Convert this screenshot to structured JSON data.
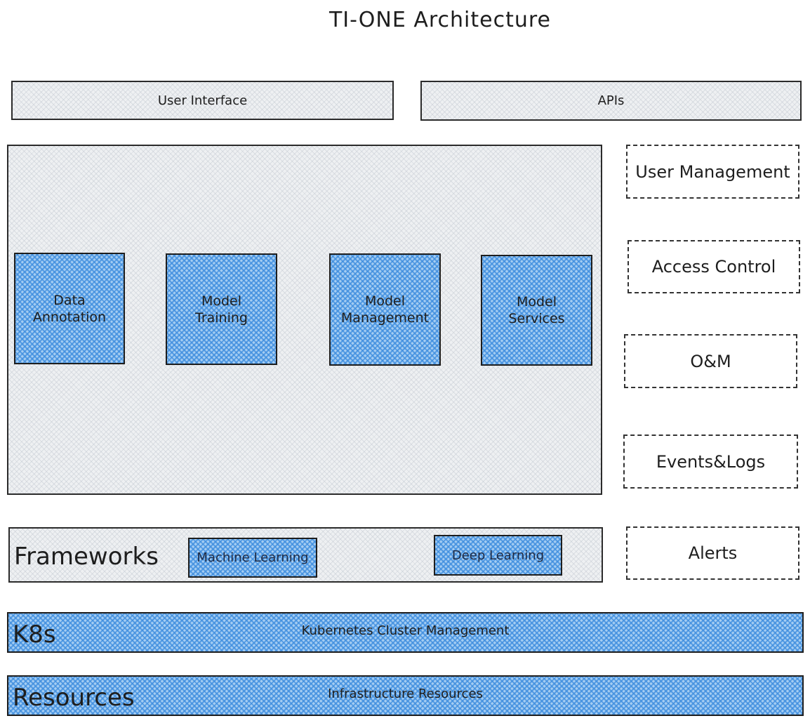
{
  "diagram": {
    "title": "TI-ONE Architecture",
    "top_layer": {
      "user_interface": "User Interface",
      "apis": "APIs"
    },
    "core_modules": [
      {
        "line1": "Data",
        "line2": "Annotation"
      },
      {
        "line1": "Model",
        "line2": "Training"
      },
      {
        "line1": "Model",
        "line2": "Management"
      },
      {
        "line1": "Model",
        "line2": "Services"
      }
    ],
    "side_services": [
      "User Management",
      "Access Control",
      "O&M",
      "Events&Logs",
      "Alerts"
    ],
    "frameworks": {
      "label": "Frameworks",
      "items": [
        "Machine Learning",
        "Deep Learning"
      ]
    },
    "k8s": {
      "label": "K8s",
      "description": "Kubernetes Cluster Management"
    },
    "resources": {
      "label": "Resources",
      "description": "Infrastructure Resources"
    },
    "colors": {
      "module_fill": "#a5cdf2",
      "module_hatch": "#3c8cde",
      "container_fill": "#eef0f2",
      "stroke": "#1e1e1e"
    }
  }
}
